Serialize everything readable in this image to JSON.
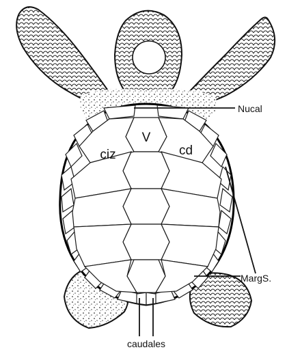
{
  "labels": {
    "vertebral": "V",
    "costal_left": "ciz",
    "costal_right": "cd",
    "nucal": "Nucal",
    "margs": "MargS.",
    "caudales": "caudales"
  }
}
